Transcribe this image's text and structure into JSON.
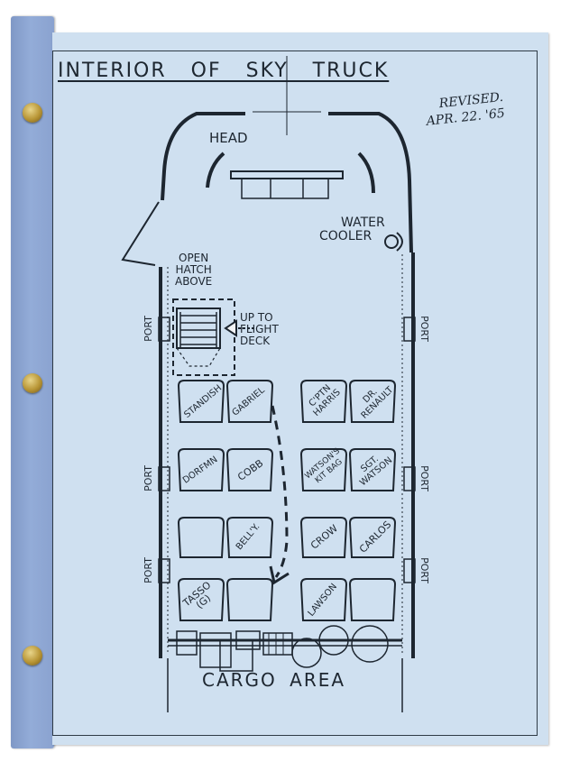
{
  "title": "INTERIOR OF SKY TRUCK",
  "revised": {
    "line1": "REVISED.",
    "line2": "APR. 22. '65"
  },
  "labels": {
    "head": "HEAD",
    "water_cooler_1": "WATER",
    "water_cooler_2": "COOLER",
    "open_hatch_1": "OPEN",
    "open_hatch_2": "HATCH",
    "open_hatch_3": "ABOVE",
    "up_to_1": "UP TO",
    "up_to_2": "FLIGHT",
    "up_to_3": "DECK",
    "port": "PORT",
    "cargo": "CARGO AREA"
  },
  "seats": {
    "standish": "STANDISH",
    "gabriel": "GABRIEL",
    "harris_1": "C'PTN",
    "harris_2": "HARRIS",
    "renault_1": "DR.",
    "renault_2": "RENAULT",
    "dorfman": "DORFMN",
    "cobb": "COBB",
    "watson_kit_1": "WATSON'S",
    "watson_kit_2": "KIT BAG",
    "watson_1": "SGT.",
    "watson_2": "WATSON",
    "bell": "BELL'Y.",
    "crow": "CROW",
    "carlos": "CARLOS",
    "tasso_1": "TASSO",
    "tasso_2": "(G)",
    "lawson": "LAWSON"
  },
  "colors": {
    "paper": "#cfe0f0",
    "ink": "#1d2630",
    "binder": "#8aa2cf"
  }
}
